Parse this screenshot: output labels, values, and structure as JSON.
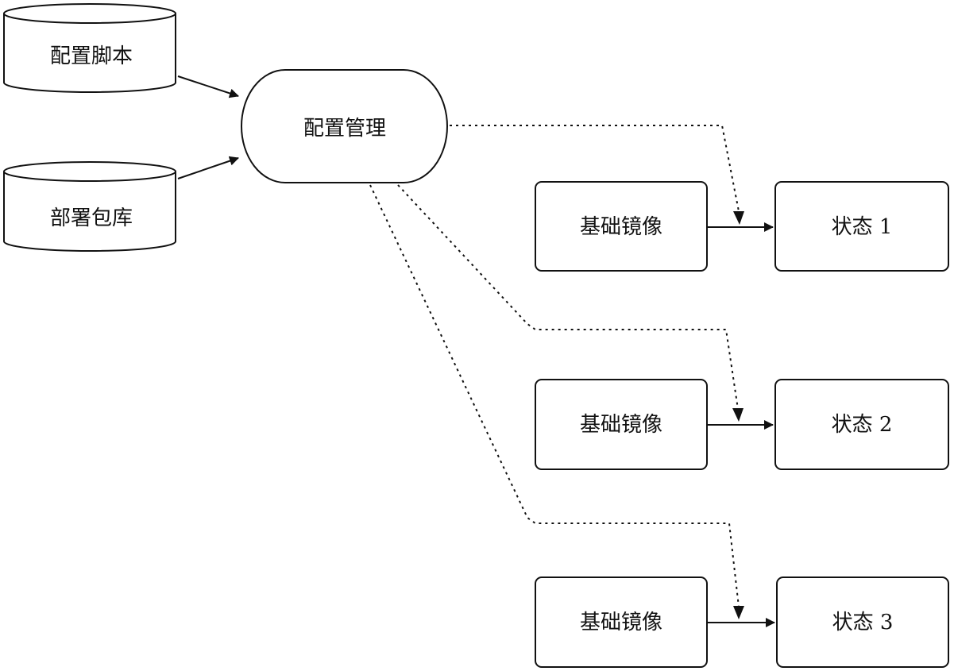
{
  "nodes": {
    "config_script": "配置脚本",
    "deploy_repo": "部署包库",
    "config_mgmt": "配置管理",
    "base_images": [
      "基础镜像",
      "基础镜像",
      "基础镜像"
    ],
    "states": [
      "状态 1",
      "状态 2",
      "状态 3"
    ]
  },
  "edges": [
    {
      "from": "config_script",
      "to": "config_mgmt",
      "style": "solid"
    },
    {
      "from": "deploy_repo",
      "to": "config_mgmt",
      "style": "solid"
    },
    {
      "from": "base_images.0",
      "to": "states.0",
      "style": "solid"
    },
    {
      "from": "base_images.1",
      "to": "states.1",
      "style": "solid"
    },
    {
      "from": "base_images.2",
      "to": "states.2",
      "style": "solid"
    },
    {
      "from": "config_mgmt",
      "to": "states.0",
      "style": "dotted"
    },
    {
      "from": "config_mgmt",
      "to": "states.1",
      "style": "dotted"
    },
    {
      "from": "config_mgmt",
      "to": "states.2",
      "style": "dotted"
    }
  ]
}
